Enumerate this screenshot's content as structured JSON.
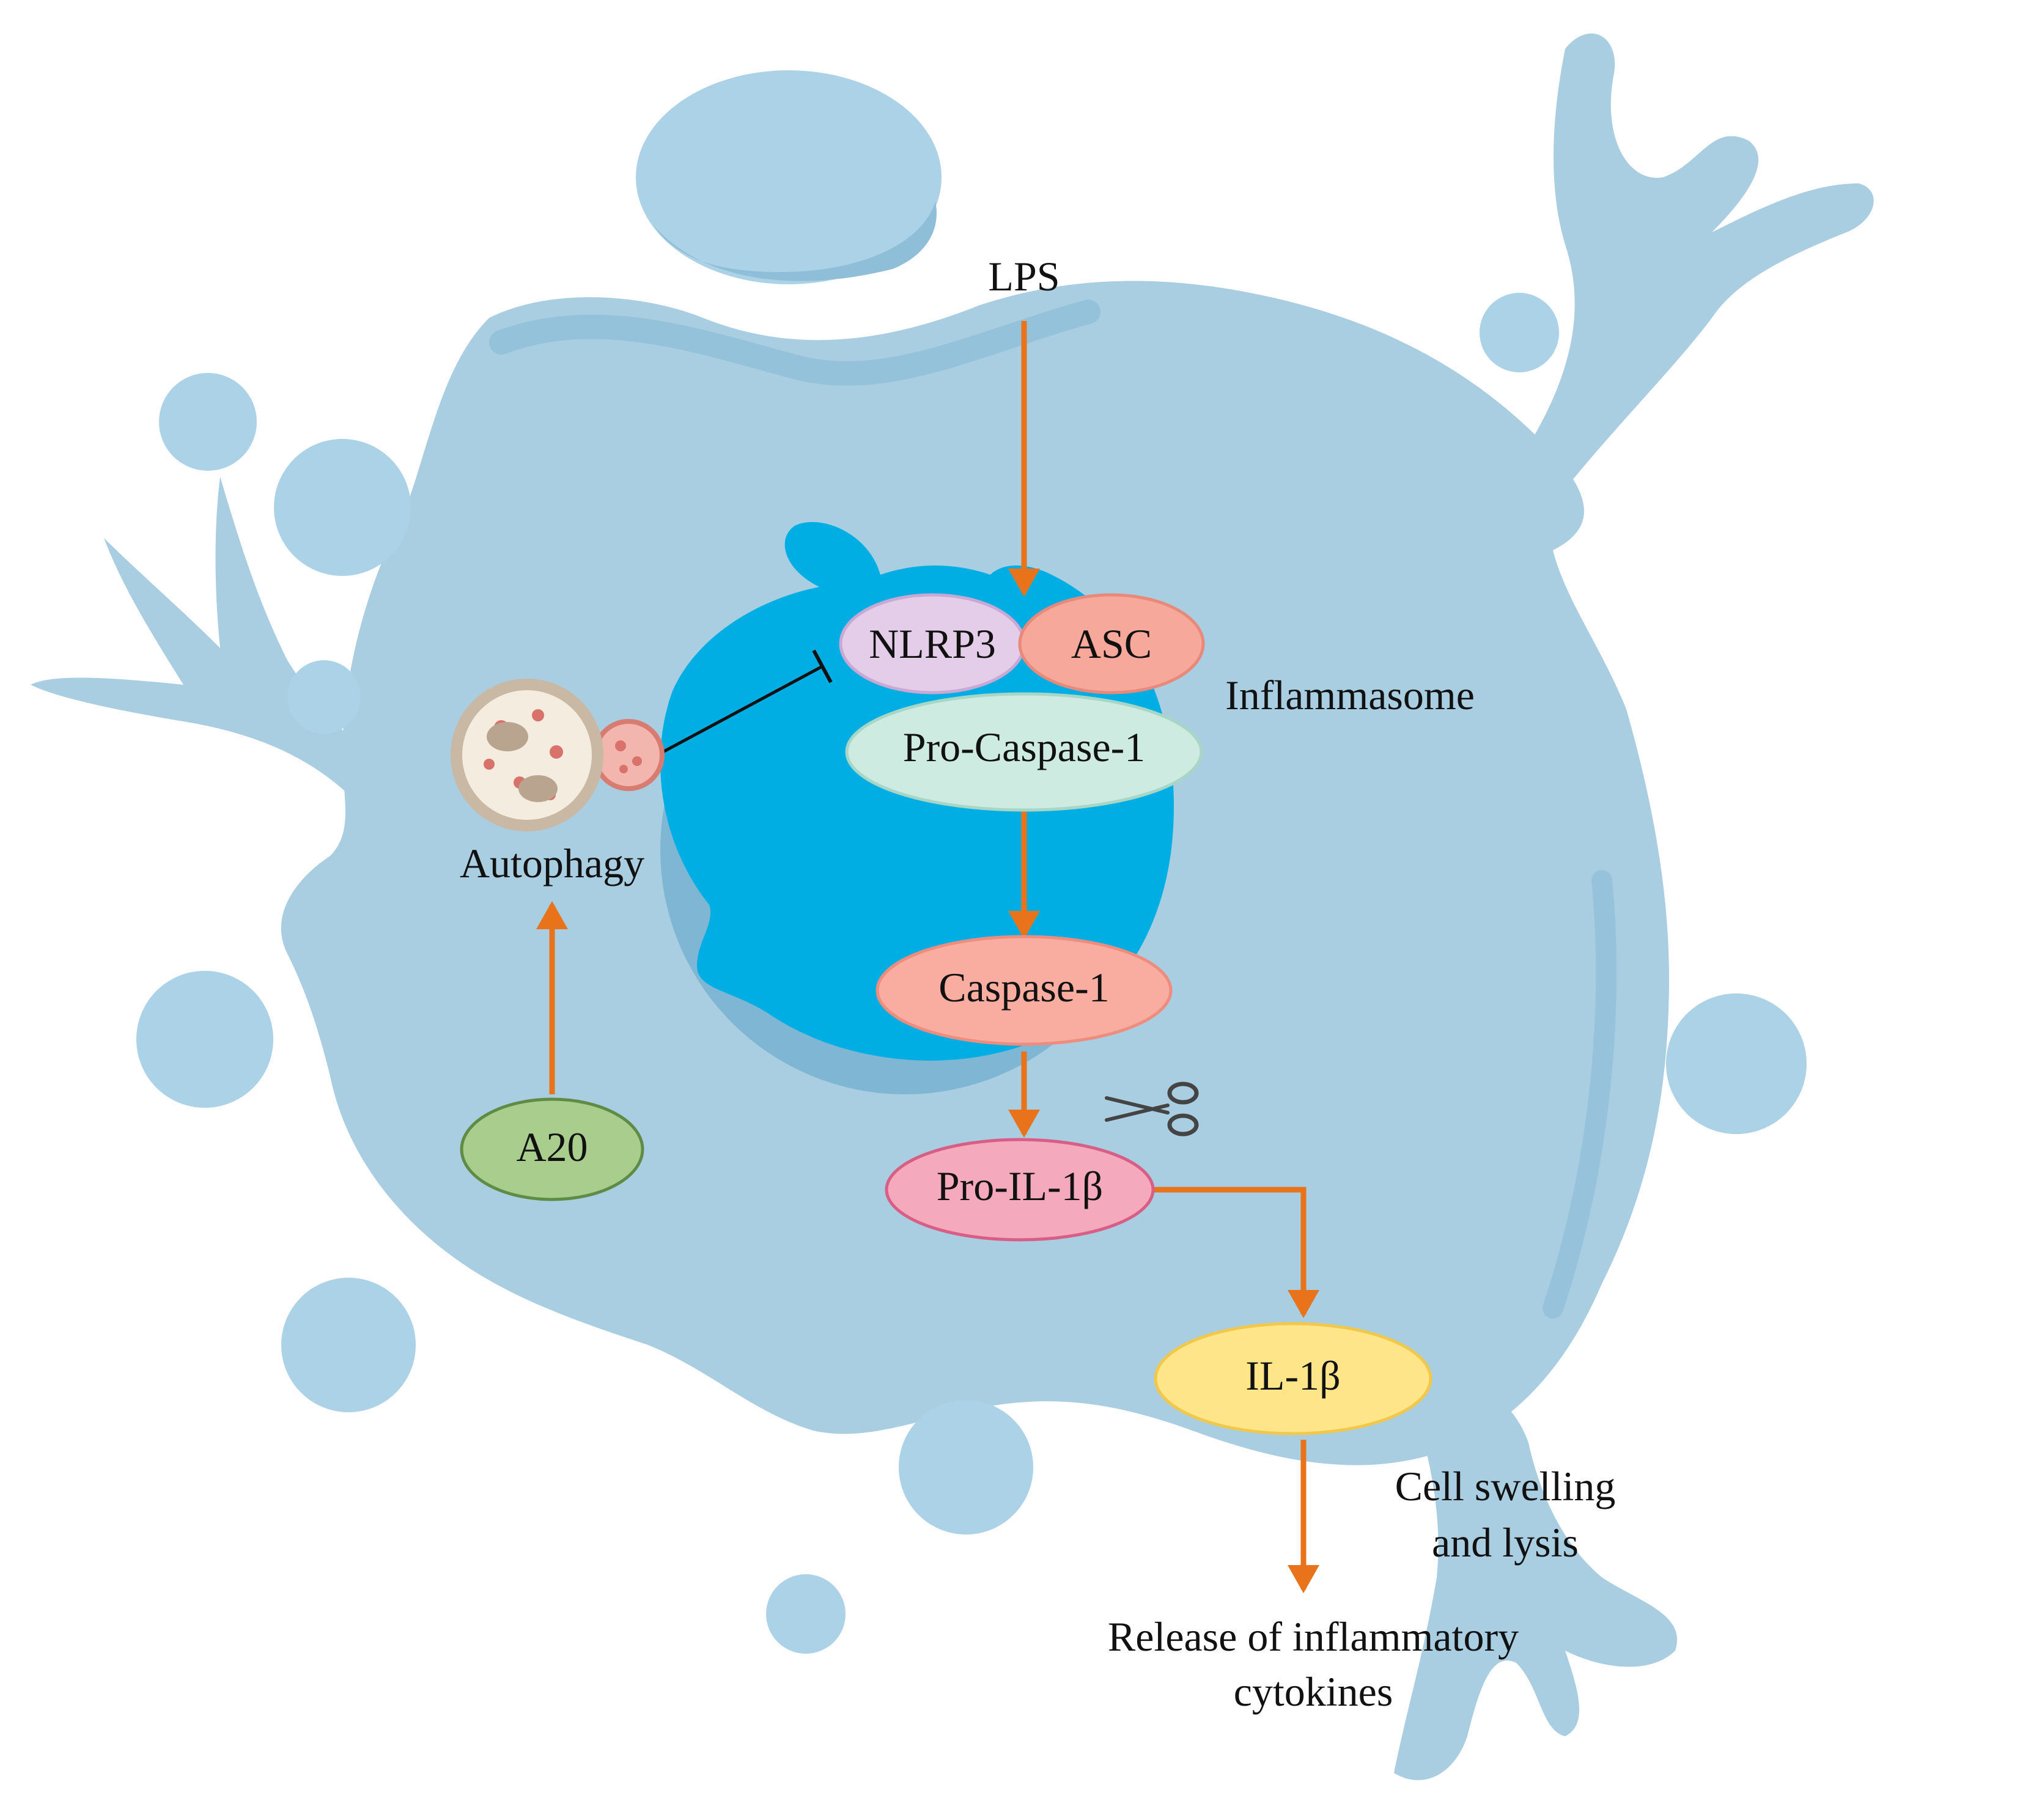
{
  "diagram": {
    "nodes": {
      "lps": "LPS",
      "nlrp3": "NLRP3",
      "asc": "ASC",
      "inflammasome": "Inflammasome",
      "pro_caspase1": "Pro-Caspase-1",
      "caspase1": "Caspase-1",
      "pro_il1b": "Pro-IL-1β",
      "il1b": "IL-1β",
      "autophagy": "Autophagy",
      "a20": "A20"
    },
    "annotations": {
      "swelling_line1": "Cell swelling",
      "swelling_line2": "and lysis",
      "release_line1": "Release of inflammatory",
      "release_line2": "cytokines"
    },
    "edges": [
      {
        "from": "LPS",
        "to": "Inflammasome",
        "type": "activation"
      },
      {
        "from": "Pro-Caspase-1",
        "to": "Caspase-1",
        "type": "activation"
      },
      {
        "from": "Caspase-1",
        "to": "Pro-IL-1β",
        "type": "cleavage"
      },
      {
        "from": "Pro-IL-1β",
        "to": "IL-1β",
        "type": "activation"
      },
      {
        "from": "IL-1β",
        "to": "Release of inflammatory cytokines",
        "type": "activation"
      },
      {
        "from": "A20",
        "to": "Autophagy",
        "type": "activation"
      },
      {
        "from": "Autophagy",
        "to": "NLRP3",
        "type": "inhibition"
      }
    ],
    "icons": [
      "scissors-icon",
      "autophagosome-icon",
      "cell-icon",
      "nucleus-icon"
    ],
    "colors": {
      "arrow": "#E8731A",
      "cell": "#A9CEE1",
      "nucleus": "#00AEE3",
      "nlrp3": "#E3CDE9",
      "asc": "#F6A99A",
      "pro_caspase1": "#CDEBE1",
      "caspase1": "#F8ADA0",
      "pro_il1b": "#F4A9BD",
      "il1b": "#FEE58A",
      "a20": "#A9CD8C"
    }
  }
}
